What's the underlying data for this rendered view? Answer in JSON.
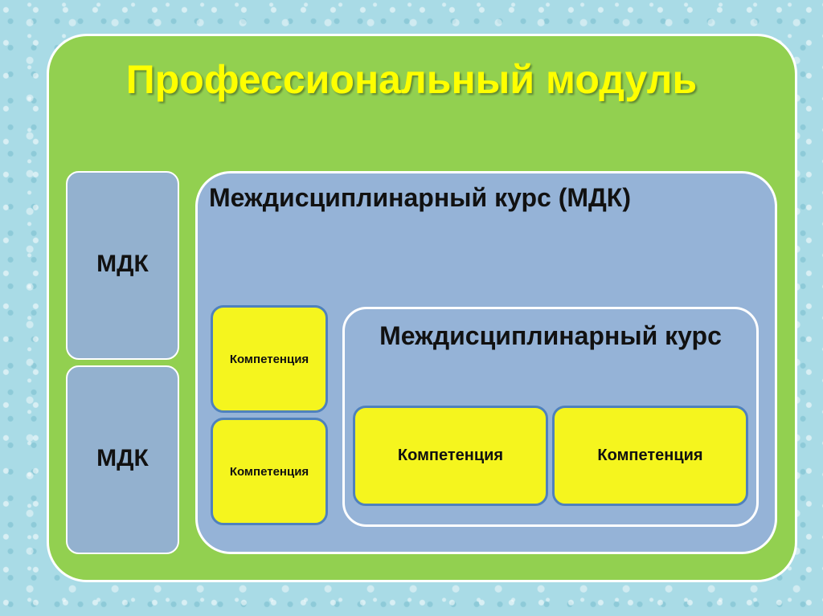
{
  "title": "Профессиональный модуль",
  "side_blocks": [
    "МДК",
    "МДК"
  ],
  "outer_course": {
    "title": "Междисциплинарный курс  (МДК)",
    "competencies": [
      "Компетенция",
      "Компетенция"
    ]
  },
  "inner_course": {
    "title": "Междисциплинарный курс",
    "competencies": [
      "Компетенция",
      "Компетенция"
    ]
  },
  "colors": {
    "background": "#a9dbe6",
    "module": "#92d050",
    "title_text": "#ffff00",
    "course": "#95b3d7",
    "competency": "#f5f51e",
    "competency_border": "#4f81bd"
  }
}
